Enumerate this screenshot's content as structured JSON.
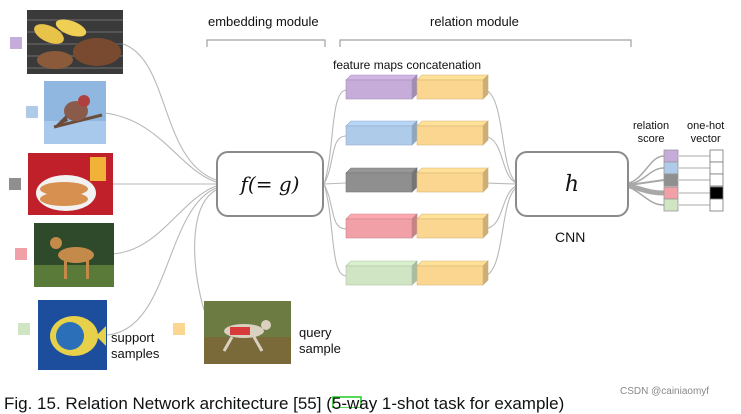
{
  "labels": {
    "embedding_module": "embedding module",
    "relation_module": "relation module",
    "feature_maps": "feature maps concatenation",
    "f_box": "f(= g)",
    "h_box": "h",
    "cnn": "CNN",
    "relation_score": "relation\nscore",
    "one_hot_vector": "one-hot\nvector",
    "support_samples": "support\nsamples",
    "query_sample": "query\nsample",
    "caption": "Fig. 15. Relation Network architecture [55] (5-way 1-shot task for example)",
    "watermark": "CSDN @cainiaomyf"
  },
  "colors": {
    "purple": "#c6acd9",
    "blue": "#aecbea",
    "gray": "#8f8f8f",
    "pink": "#f0a0a6",
    "green": "#cfe5c4",
    "yellow": "#fad690",
    "line": "#b5b5b5"
  },
  "support_classes": [
    {
      "name": "food-grill",
      "color": "purple"
    },
    {
      "name": "bird",
      "color": "blue"
    },
    {
      "name": "hotdog",
      "color": "gray"
    },
    {
      "name": "dog",
      "color": "pink"
    },
    {
      "name": "fish",
      "color": "green"
    }
  ],
  "query_color": "yellow",
  "one_hot": [
    0,
    0,
    0,
    1,
    0
  ]
}
